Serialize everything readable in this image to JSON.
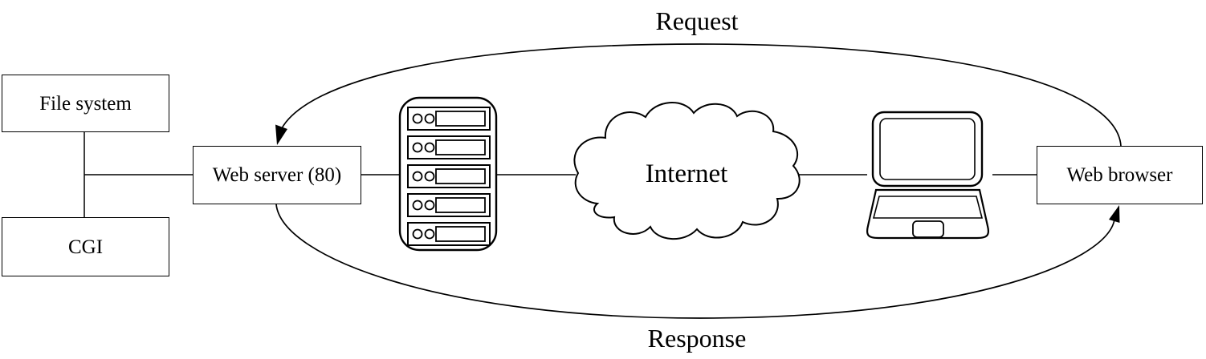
{
  "nodes": {
    "file_system": "File system",
    "cgi": "CGI",
    "web_server": "Web server (80)",
    "web_browser": "Web browser",
    "internet": "Internet"
  },
  "flows": {
    "request": "Request",
    "response": "Response"
  },
  "icons": {
    "server_rack": "server-rack-icon",
    "internet_cloud": "internet-cloud-icon",
    "laptop": "laptop-icon"
  },
  "colors": {
    "stroke": "#000000",
    "background": "#ffffff",
    "text": "#000000"
  }
}
